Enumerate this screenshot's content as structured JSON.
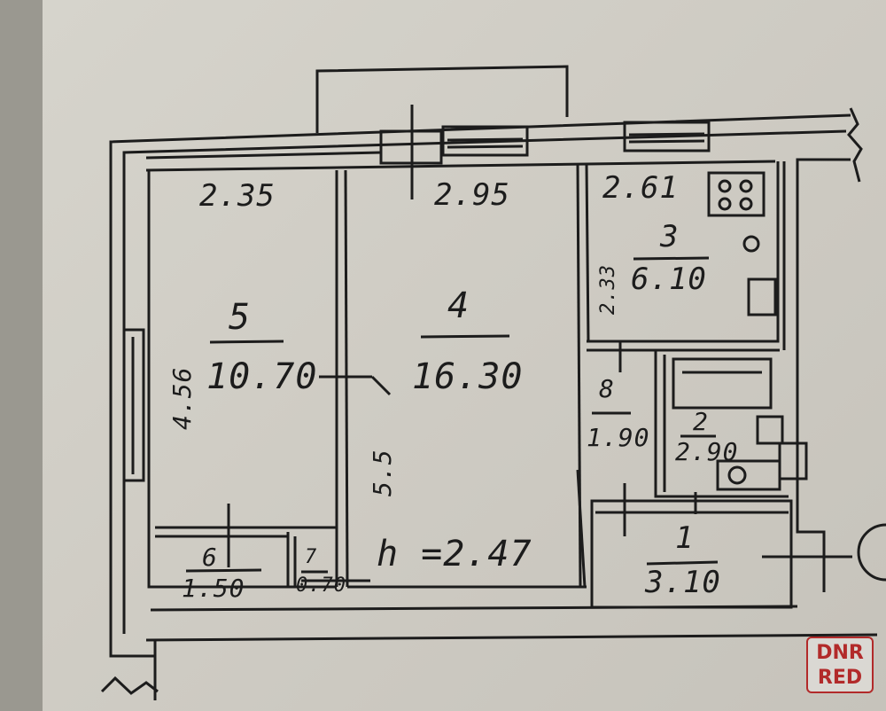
{
  "dimensions": {
    "room5_width": "2.35",
    "room4_width": "2.95",
    "room3_width": "2.61",
    "room5_length": "4.56",
    "room4_length": "5.5",
    "room3_length": "2.33"
  },
  "rooms": [
    {
      "number": "5",
      "area": "10.70"
    },
    {
      "number": "4",
      "area": "16.30"
    },
    {
      "number": "3",
      "area": "6.10"
    },
    {
      "number": "8",
      "area": "1.90"
    },
    {
      "number": "2",
      "area": "2.90"
    },
    {
      "number": "1",
      "area": "3.10"
    },
    {
      "number": "6",
      "area": "1.50"
    },
    {
      "number": "7",
      "area": "0.70"
    }
  ],
  "ceiling_height": "h =2.47",
  "watermark": {
    "line1": "DNR",
    "line2": "RED",
    "color": "#b22a2a"
  },
  "colors": {
    "paper": "#d2d0c8",
    "ink": "#1c1c1c"
  }
}
